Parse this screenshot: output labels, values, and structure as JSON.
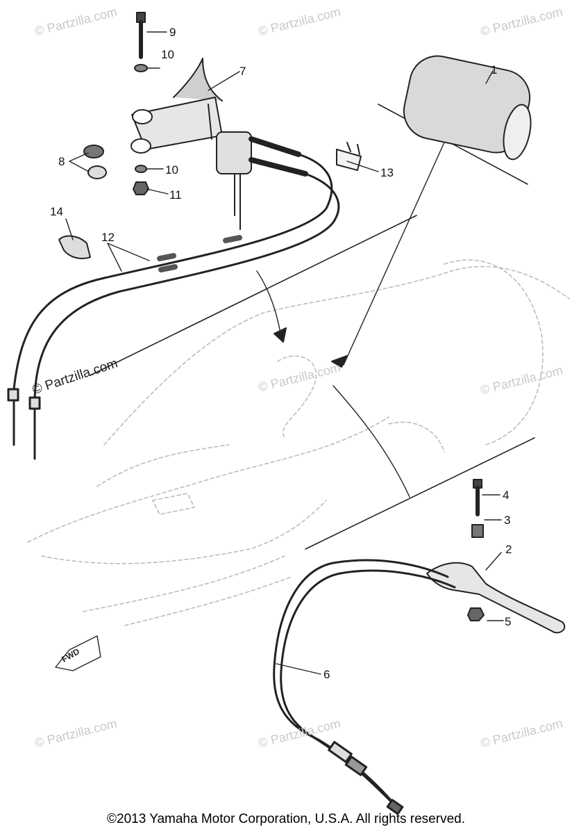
{
  "labels": {
    "p1": "1",
    "p2": "2",
    "p3": "3",
    "p4": "4",
    "p5": "5",
    "p6": "6",
    "p7": "7",
    "p8": "8",
    "p9": "9",
    "p10a": "10",
    "p10b": "10",
    "p11": "11",
    "p12": "12",
    "p13": "13",
    "p14": "14"
  },
  "fwd_mark": "FWD",
  "watermark_text": "© Partzilla.com",
  "copyright": "©2013 Yamaha Motor Corporation, U.S.A. All rights reserved."
}
